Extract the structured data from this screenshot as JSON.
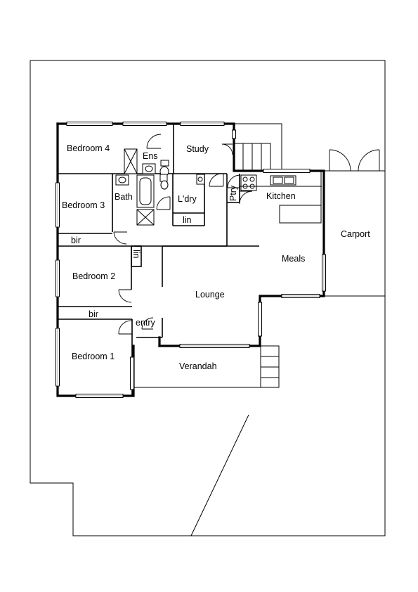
{
  "rooms": {
    "bedroom4": "Bedroom 4",
    "ens": "Ens",
    "study": "Study",
    "bath": "Bath",
    "bedroom3": "Bedroom 3",
    "ldry": "L'dry",
    "ptry": "Ptry",
    "kitchen": "Kitchen",
    "carport": "Carport",
    "lin_laundry": "lin",
    "bir_bed3": "bir",
    "lin_hall": "lin",
    "meals": "Meals",
    "bedroom2": "Bedroom 2",
    "lounge": "Lounge",
    "bir_bed1": "bir",
    "entry": "entry",
    "bedroom1": "Bedroom 1",
    "verandah": "Verandah"
  }
}
